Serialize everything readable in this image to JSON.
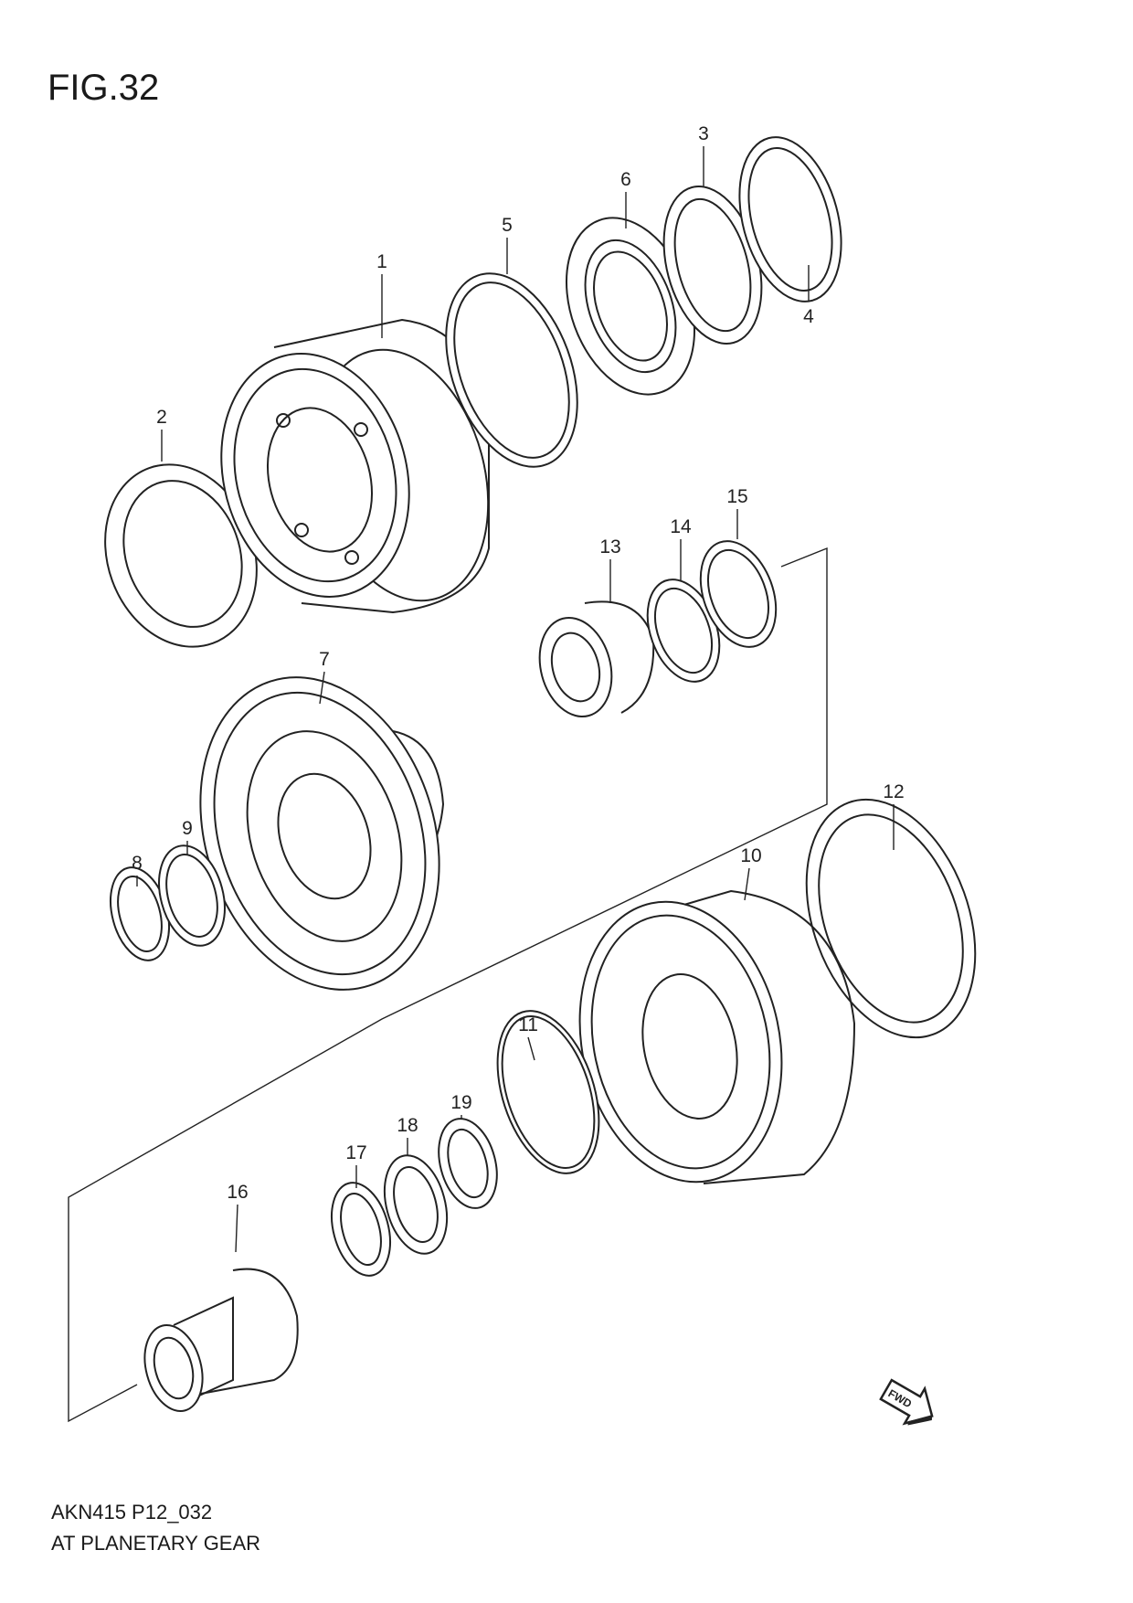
{
  "figure": {
    "title": "FIG.32"
  },
  "footer": {
    "code": "AKN415 P12_032",
    "name": "AT PLANETARY GEAR"
  },
  "fwd_label": "FWD",
  "callouts": [
    "1",
    "2",
    "3",
    "4",
    "5",
    "6",
    "7",
    "8",
    "9",
    "10",
    "11",
    "12",
    "13",
    "14",
    "15",
    "16",
    "17",
    "18",
    "19"
  ],
  "icons": {
    "forward": "fwd-arrow-icon"
  }
}
